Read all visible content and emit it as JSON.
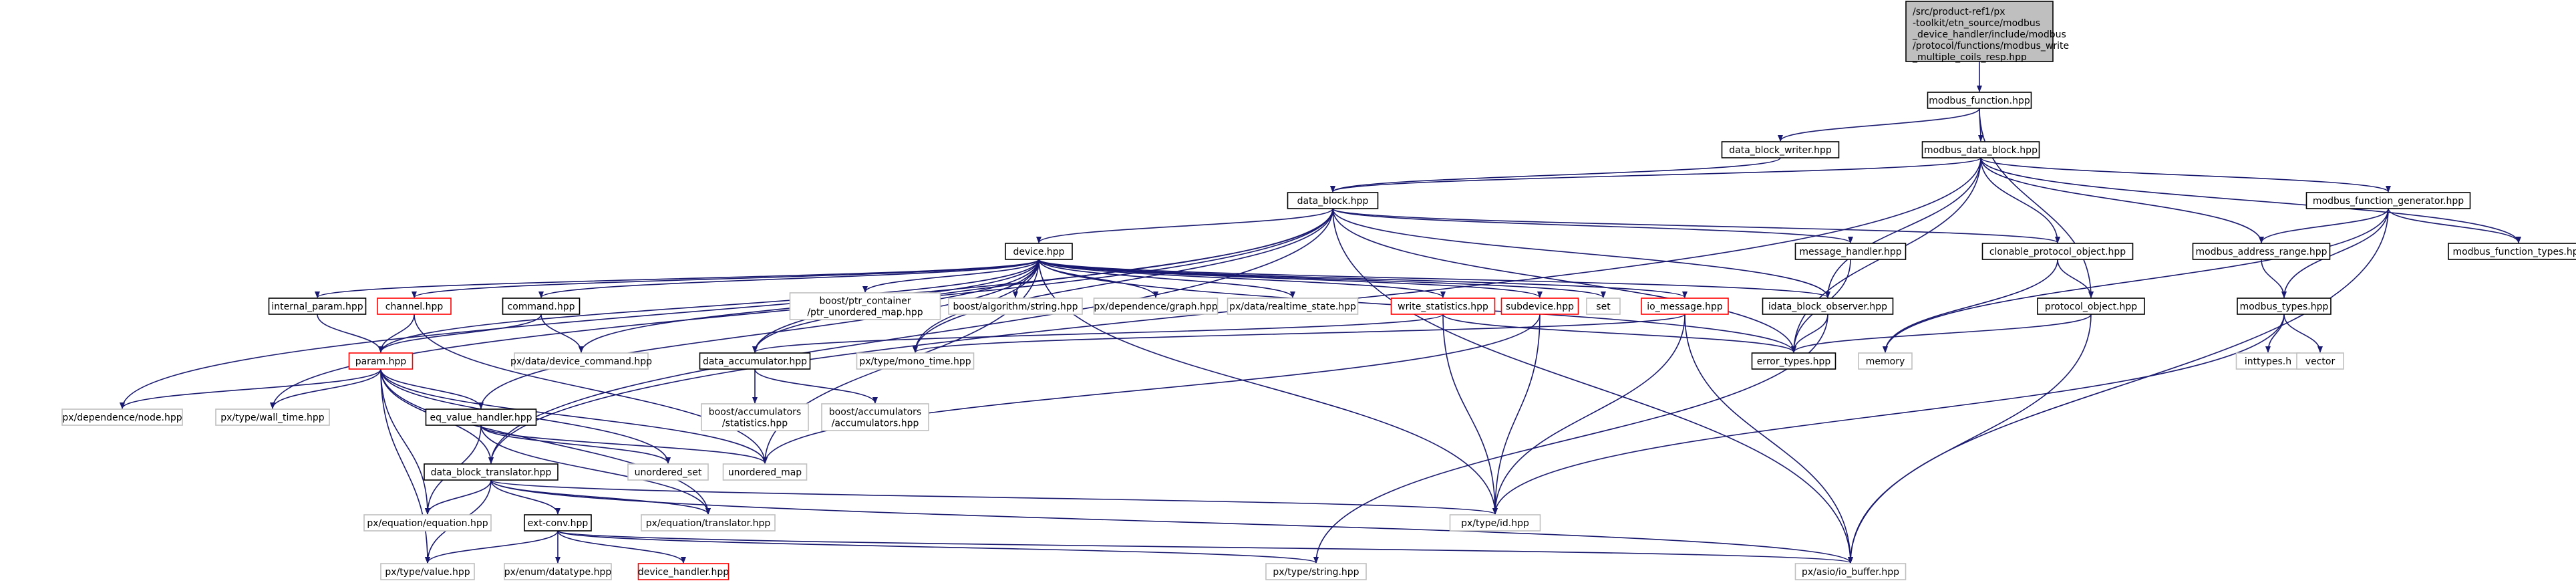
{
  "colors": {
    "root_fill": "#bfbfbf",
    "node_fill": "#ffffff",
    "node_border": "#000000",
    "external_border": "#bfbfbf",
    "external_text": "#404040",
    "missing_border": "#ff0000",
    "edge": "#191970"
  },
  "graph": {
    "root": {
      "lines": [
        "/src/product-ref1/px",
        "-toolkit/etn_source/modbus",
        "_device_handler/include/modbus",
        "/protocol/functions/modbus_write",
        "_multiple_coils_resp.hpp"
      ]
    },
    "nodes": {
      "modbus_function": {
        "label": "modbus_function.hpp",
        "kind": "doc"
      },
      "data_block_writer": {
        "label": "data_block_writer.hpp",
        "kind": "doc"
      },
      "modbus_data_block": {
        "label": "modbus_data_block.hpp",
        "kind": "doc"
      },
      "data_block": {
        "label": "data_block.hpp",
        "kind": "doc"
      },
      "modbus_function_generator": {
        "label": "modbus_function_generator.hpp",
        "kind": "doc"
      },
      "modbus_function_types": {
        "label": "modbus_function_types.hpp",
        "kind": "doc"
      },
      "device": {
        "label": "device.hpp",
        "kind": "doc"
      },
      "message_handler": {
        "label": "message_handler.hpp",
        "kind": "doc"
      },
      "clonable_protocol_object": {
        "label": "clonable_protocol_object.hpp",
        "kind": "doc"
      },
      "modbus_address_range": {
        "label": "modbus_address_range.hpp",
        "kind": "doc"
      },
      "internal_param": {
        "label": "internal_param.hpp",
        "kind": "doc"
      },
      "channel": {
        "label": "channel.hpp",
        "kind": "missing"
      },
      "command": {
        "label": "command.hpp",
        "kind": "doc"
      },
      "ptr_unordered_map": {
        "label": "boost/ptr_container\n/ptr_unordered_map.hpp",
        "kind": "external"
      },
      "boost_string": {
        "label": "boost/algorithm/string.hpp",
        "kind": "external"
      },
      "dep_graph": {
        "label": "px/dependence/graph.hpp",
        "kind": "external"
      },
      "realtime_state": {
        "label": "px/data/realtime_state.hpp",
        "kind": "external"
      },
      "write_statistics": {
        "label": "write_statistics.hpp",
        "kind": "missing"
      },
      "subdevice": {
        "label": "subdevice.hpp",
        "kind": "missing"
      },
      "set": {
        "label": "set",
        "kind": "external"
      },
      "io_message": {
        "label": "io_message.hpp",
        "kind": "missing"
      },
      "idata_block_observer": {
        "label": "idata_block_observer.hpp",
        "kind": "doc"
      },
      "protocol_object": {
        "label": "protocol_object.hpp",
        "kind": "doc"
      },
      "modbus_types": {
        "label": "modbus_types.hpp",
        "kind": "doc"
      },
      "param": {
        "label": "param.hpp",
        "kind": "missing"
      },
      "device_command": {
        "label": "px/data/device_command.hpp",
        "kind": "external"
      },
      "data_accumulator": {
        "label": "data_accumulator.hpp",
        "kind": "doc"
      },
      "mono_time": {
        "label": "px/type/mono_time.hpp",
        "kind": "external"
      },
      "memory": {
        "label": "memory",
        "kind": "external"
      },
      "error_types": {
        "label": "error_types.hpp",
        "kind": "doc"
      },
      "inttypes": {
        "label": "inttypes.h",
        "kind": "external"
      },
      "vector": {
        "label": "vector",
        "kind": "external"
      },
      "dep_node": {
        "label": "px/dependence/node.hpp",
        "kind": "external"
      },
      "wall_time": {
        "label": "px/type/wall_time.hpp",
        "kind": "external"
      },
      "eq_value_handler": {
        "label": "eq_value_handler.hpp",
        "kind": "doc"
      },
      "acc_statistics": {
        "label": "boost/accumulators\n/statistics.hpp",
        "kind": "external"
      },
      "acc_accumulators": {
        "label": "boost/accumulators\n/accumulators.hpp",
        "kind": "external"
      },
      "unordered_set": {
        "label": "unordered_set",
        "kind": "external"
      },
      "unordered_map": {
        "label": "unordered_map",
        "kind": "external"
      },
      "data_block_translator": {
        "label": "data_block_translator.hpp",
        "kind": "doc"
      },
      "eq_equation": {
        "label": "px/equation/equation.hpp",
        "kind": "external"
      },
      "eq_translator": {
        "label": "px/equation/translator.hpp",
        "kind": "external"
      },
      "type_id": {
        "label": "px/type/id.hpp",
        "kind": "external"
      },
      "ext_conv": {
        "label": "ext-conv.hpp",
        "kind": "doc"
      },
      "type_value": {
        "label": "px/type/value.hpp",
        "kind": "external"
      },
      "enum_datatype": {
        "label": "px/enum/datatype.hpp",
        "kind": "external"
      },
      "device_handler": {
        "label": "device_handler.hpp",
        "kind": "missing"
      },
      "type_string": {
        "label": "px/type/string.hpp",
        "kind": "external"
      },
      "io_buffer": {
        "label": "px/asio/io_buffer.hpp",
        "kind": "external"
      }
    },
    "edges": [
      [
        "root",
        "modbus_function"
      ],
      [
        "modbus_function",
        "data_block_writer"
      ],
      [
        "modbus_function",
        "modbus_data_block"
      ],
      [
        "modbus_function",
        "protocol_object"
      ],
      [
        "data_block_writer",
        "data_block"
      ],
      [
        "modbus_data_block",
        "data_block"
      ],
      [
        "modbus_data_block",
        "modbus_function_generator"
      ],
      [
        "modbus_data_block",
        "modbus_function_types"
      ],
      [
        "modbus_data_block",
        "clonable_protocol_object"
      ],
      [
        "modbus_data_block",
        "modbus_address_range"
      ],
      [
        "modbus_data_block",
        "idata_block_observer"
      ],
      [
        "modbus_data_block",
        "error_types"
      ],
      [
        "modbus_data_block",
        "data_block_translator"
      ],
      [
        "data_block",
        "device"
      ],
      [
        "data_block",
        "message_handler"
      ],
      [
        "data_block",
        "clonable_protocol_object"
      ],
      [
        "data_block",
        "idata_block_observer"
      ],
      [
        "data_block",
        "error_types"
      ],
      [
        "data_block",
        "data_accumulator"
      ],
      [
        "data_block",
        "mono_time"
      ],
      [
        "data_block",
        "dep_node"
      ],
      [
        "data_block",
        "wall_time"
      ],
      [
        "data_block",
        "data_block_translator"
      ],
      [
        "data_block",
        "io_buffer"
      ],
      [
        "modbus_function_generator",
        "modbus_function_types"
      ],
      [
        "modbus_function_generator",
        "modbus_address_range"
      ],
      [
        "modbus_function_generator",
        "modbus_types"
      ],
      [
        "modbus_function_generator",
        "memory"
      ],
      [
        "modbus_function_generator",
        "io_buffer"
      ],
      [
        "device",
        "internal_param"
      ],
      [
        "device",
        "channel"
      ],
      [
        "device",
        "command"
      ],
      [
        "device",
        "ptr_unordered_map"
      ],
      [
        "device",
        "boost_string"
      ],
      [
        "device",
        "dep_graph"
      ],
      [
        "device",
        "realtime_state"
      ],
      [
        "device",
        "write_statistics"
      ],
      [
        "device",
        "subdevice"
      ],
      [
        "device",
        "set"
      ],
      [
        "device",
        "io_message"
      ],
      [
        "device",
        "idata_block_observer"
      ],
      [
        "device",
        "param"
      ],
      [
        "device",
        "device_command"
      ],
      [
        "device",
        "data_accumulator"
      ],
      [
        "device",
        "mono_time"
      ],
      [
        "device",
        "eq_value_handler"
      ],
      [
        "device",
        "unordered_map"
      ],
      [
        "device",
        "type_id"
      ],
      [
        "device",
        "error_types"
      ],
      [
        "message_handler",
        "error_types"
      ],
      [
        "clonable_protocol_object",
        "protocol_object"
      ],
      [
        "clonable_protocol_object",
        "memory"
      ],
      [
        "modbus_address_range",
        "modbus_types"
      ],
      [
        "internal_param",
        "param"
      ],
      [
        "channel",
        "param"
      ],
      [
        "channel",
        "unordered_map"
      ],
      [
        "command",
        "param"
      ],
      [
        "command",
        "device_command"
      ],
      [
        "write_statistics",
        "data_accumulator"
      ],
      [
        "write_statistics",
        "type_id"
      ],
      [
        "write_statistics",
        "error_types"
      ],
      [
        "subdevice",
        "type_id"
      ],
      [
        "subdevice",
        "unordered_map"
      ],
      [
        "io_message",
        "mono_time"
      ],
      [
        "io_message",
        "type_id"
      ],
      [
        "io_message",
        "io_buffer"
      ],
      [
        "idata_block_observer",
        "error_types"
      ],
      [
        "idata_block_observer",
        "type_string"
      ],
      [
        "protocol_object",
        "error_types"
      ],
      [
        "protocol_object",
        "io_buffer"
      ],
      [
        "modbus_types",
        "inttypes"
      ],
      [
        "modbus_types",
        "vector"
      ],
      [
        "modbus_types",
        "type_id"
      ],
      [
        "param",
        "dep_node"
      ],
      [
        "param",
        "wall_time"
      ],
      [
        "param",
        "eq_value_handler"
      ],
      [
        "param",
        "unordered_set"
      ],
      [
        "param",
        "unordered_map"
      ],
      [
        "param",
        "eq_equation"
      ],
      [
        "param",
        "eq_translator"
      ],
      [
        "param",
        "type_value"
      ],
      [
        "param",
        "data_block_translator"
      ],
      [
        "data_accumulator",
        "acc_statistics"
      ],
      [
        "data_accumulator",
        "acc_accumulators"
      ],
      [
        "eq_value_handler",
        "unordered_set"
      ],
      [
        "eq_value_handler",
        "unordered_map"
      ],
      [
        "eq_value_handler",
        "eq_equation"
      ],
      [
        "eq_value_handler",
        "eq_translator"
      ],
      [
        "data_block_translator",
        "eq_equation"
      ],
      [
        "data_block_translator",
        "eq_translator"
      ],
      [
        "data_block_translator",
        "type_value"
      ],
      [
        "data_block_translator",
        "ext_conv"
      ],
      [
        "data_block_translator",
        "type_id"
      ],
      [
        "data_block_translator",
        "io_buffer"
      ],
      [
        "ext_conv",
        "type_value"
      ],
      [
        "ext_conv",
        "enum_datatype"
      ],
      [
        "ext_conv",
        "device_handler"
      ],
      [
        "ext_conv",
        "type_string"
      ],
      [
        "ext_conv",
        "io_buffer"
      ]
    ]
  }
}
